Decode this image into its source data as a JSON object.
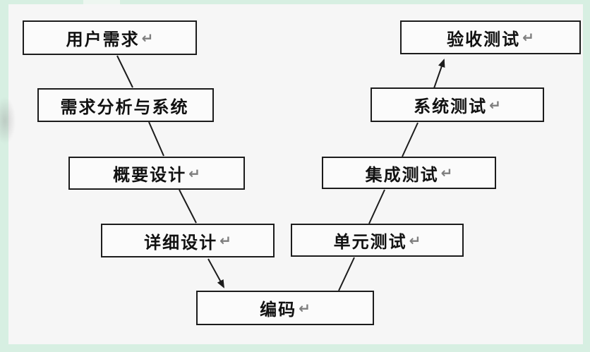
{
  "page": {
    "frame_color": "#d7efe2",
    "background_color": "#f6f6f6"
  },
  "diagram": {
    "type": "v-model-flowchart",
    "colors": {
      "box_border": "#1c1c1c",
      "box_fill": "#fbfbfb",
      "text": "#111111",
      "paragraph_mark": "#7e7e7e",
      "connector": "#1c1c1c"
    },
    "nodes": [
      {
        "id": "user-requirements",
        "label": "用户需求",
        "mark": "↵"
      },
      {
        "id": "requirements-analysis-system",
        "label": "需求分析与系统",
        "mark": ""
      },
      {
        "id": "preliminary-design",
        "label": "概要设计",
        "mark": "↵"
      },
      {
        "id": "detailed-design",
        "label": "详细设计",
        "mark": "↵"
      },
      {
        "id": "coding",
        "label": "编码",
        "mark": "↵"
      },
      {
        "id": "unit-test",
        "label": "单元测试",
        "mark": "↵"
      },
      {
        "id": "integration-test",
        "label": "集成测试",
        "mark": "↵"
      },
      {
        "id": "system-test",
        "label": "系统测试",
        "mark": "↵"
      },
      {
        "id": "acceptance-test",
        "label": "验收测试",
        "mark": "↵"
      }
    ],
    "connectors": [
      {
        "from": "user-requirements",
        "to": "requirements-analysis-system",
        "arrowhead": false
      },
      {
        "from": "requirements-analysis-system",
        "to": "preliminary-design",
        "arrowhead": false
      },
      {
        "from": "preliminary-design",
        "to": "detailed-design",
        "arrowhead": false
      },
      {
        "from": "detailed-design",
        "to": "coding",
        "arrowhead": true
      },
      {
        "from": "coding",
        "to": "unit-test",
        "arrowhead": false
      },
      {
        "from": "unit-test",
        "to": "integration-test",
        "arrowhead": false
      },
      {
        "from": "integration-test",
        "to": "system-test",
        "arrowhead": false
      },
      {
        "from": "system-test",
        "to": "acceptance-test",
        "arrowhead": true
      }
    ]
  }
}
